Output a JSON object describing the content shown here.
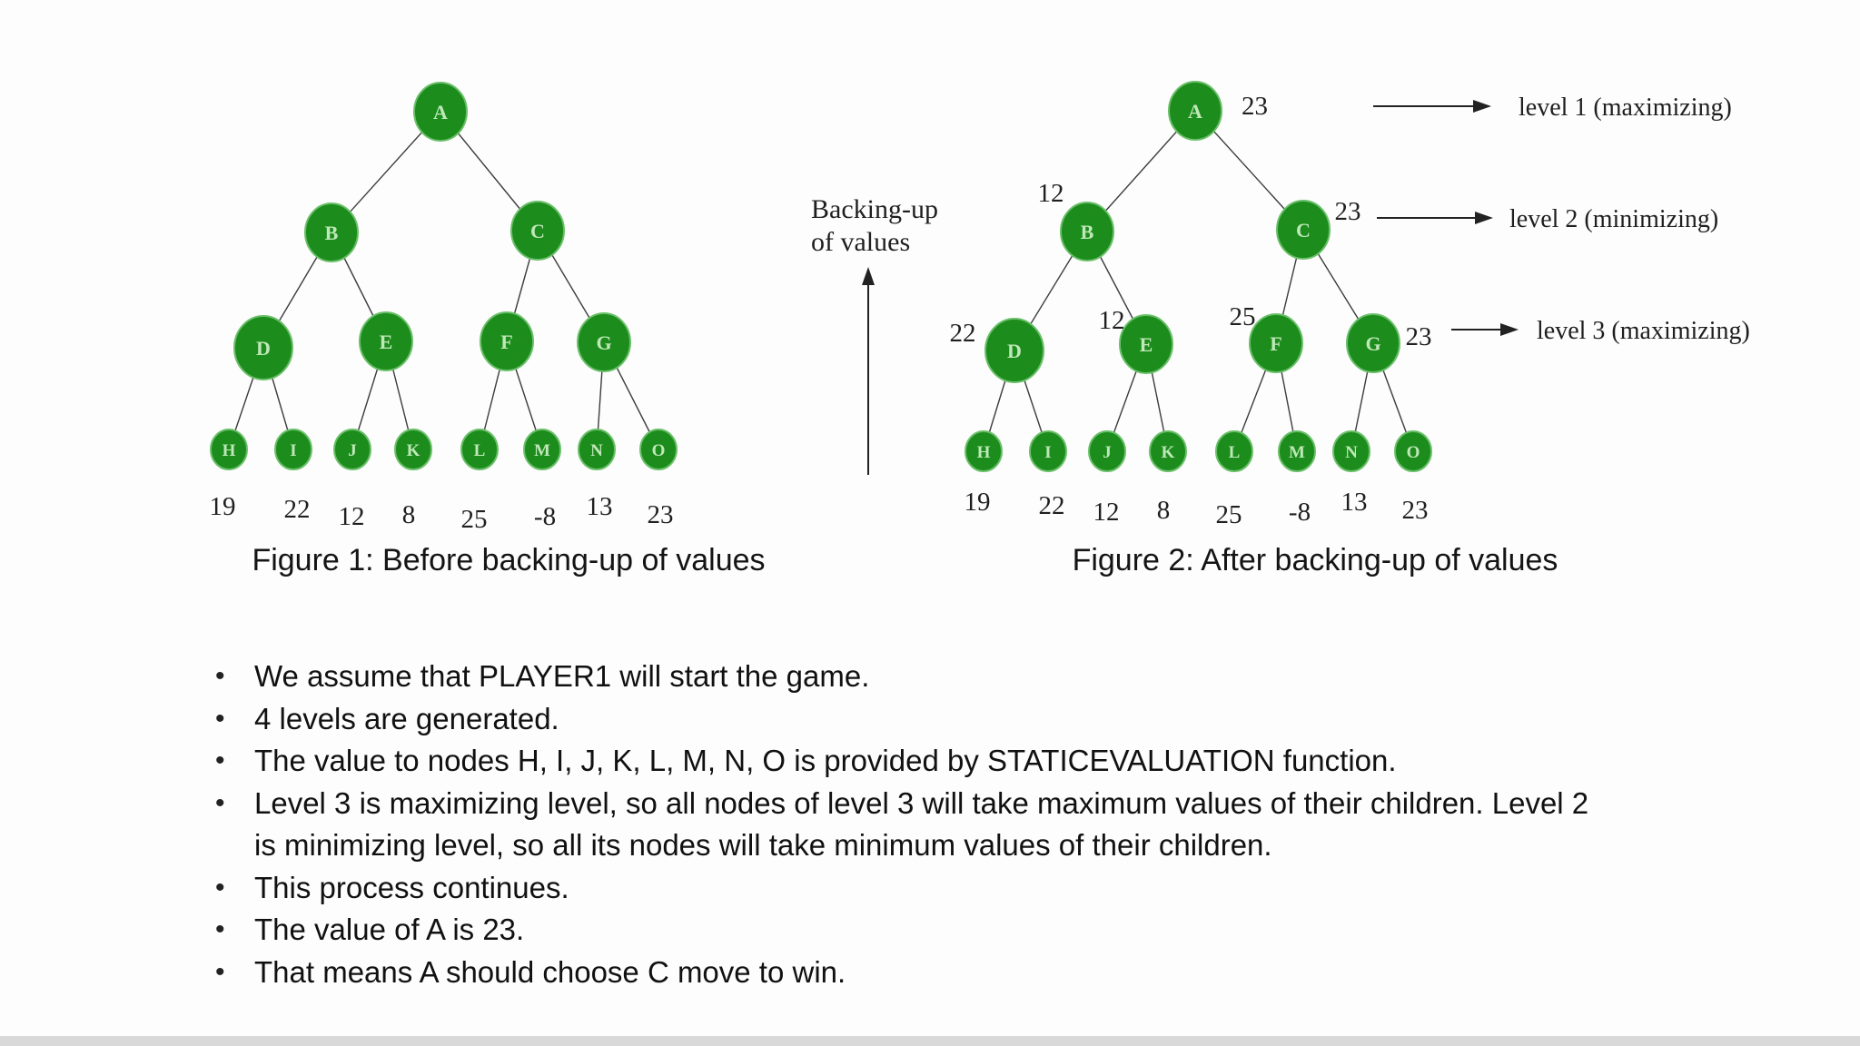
{
  "slide": {
    "fig1": {
      "caption": "Figure 1: Before backing-up of values",
      "nodes": [
        "A",
        "B",
        "C",
        "D",
        "E",
        "F",
        "G",
        "H",
        "I",
        "J",
        "K",
        "L",
        "M",
        "N",
        "O"
      ],
      "leaf_values": [
        "19",
        "22",
        "12",
        "8",
        "25",
        "-8",
        "13",
        "23"
      ]
    },
    "fig2": {
      "caption": "Figure 2: After backing-up of values",
      "nodes": [
        "A",
        "B",
        "C",
        "D",
        "E",
        "F",
        "G",
        "H",
        "I",
        "J",
        "K",
        "L",
        "M",
        "N",
        "O"
      ],
      "leaf_values": [
        "19",
        "22",
        "12",
        "8",
        "25",
        "-8",
        "13",
        "23"
      ],
      "backed_values": {
        "A": "23",
        "B": "12",
        "C": "23",
        "D": "22",
        "E": "12",
        "F": "25",
        "G": "23"
      }
    },
    "annotations": {
      "backing_up_line1": "Backing-up",
      "backing_up_line2": "of values",
      "levels": [
        "level 1 (maximizing)",
        "level 2 (minimizing)",
        "level 3 (maximizing)"
      ]
    },
    "bullets": [
      {
        "text": "We assume that PLAYER1 will start the game."
      },
      {
        "text": "4 levels are generated."
      },
      {
        "text": "The value to nodes H, I, J, K, L, M, N, O is provided by STATICEVALUATION function."
      },
      {
        "text": "Level 3 is maximizing level, so all nodes of level 3 will take maximum values of their children. Level 2",
        "text2": "is minimizing level, so all its nodes will take minimum values of their children."
      },
      {
        "text": "This process continues."
      },
      {
        "text": "The value of A is 23."
      },
      {
        "text": "That means A should choose C move to win."
      }
    ],
    "colors": {
      "node_green": "#1c8c1c",
      "node_halo": "#6abf69",
      "edge": "#3c3c3c",
      "text": "#1f1f1f"
    }
  }
}
